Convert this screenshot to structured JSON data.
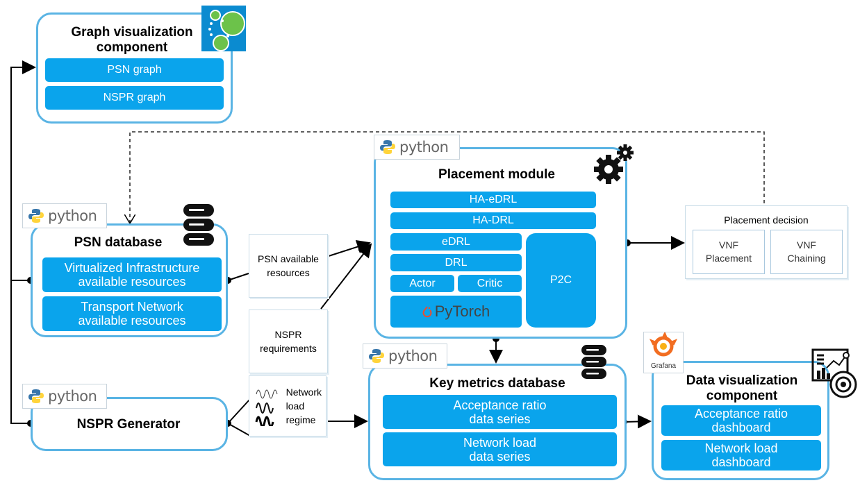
{
  "graph_viz": {
    "title": "Graph visualization\ncomponent",
    "bars": [
      "PSN graph",
      "NSPR graph"
    ]
  },
  "psn_db": {
    "badge": "python",
    "title": "PSN database",
    "bars": [
      "Virtualized Infrastructure\navailable resources",
      "Transport Network\navailable resources"
    ]
  },
  "nspr_gen": {
    "badge": "python",
    "title": "NSPR Generator"
  },
  "placement": {
    "badge": "python",
    "title": "Placement module",
    "bars": [
      "HA-eDRL",
      "HA-DRL",
      "eDRL",
      "DRL",
      "Actor",
      "Critic",
      "P2C"
    ],
    "pytorch": "PyTorch"
  },
  "key_metrics": {
    "badge": "python",
    "title": "Key metrics database",
    "bars": [
      "Acceptance ratio\ndata series",
      "Network load\ndata series"
    ]
  },
  "data_viz": {
    "title": "Data visualization\ncomponent",
    "grafana": "Grafana",
    "bars": [
      "Acceptance ratio\ndashboard",
      "Network load\ndashboard"
    ]
  },
  "notes": {
    "psn_available": "PSN available\nresources",
    "nspr_requirements": "NSPR\nrequirements",
    "network_load_regime": "Network\nload\nregime"
  },
  "decision": {
    "title": "Placement decision",
    "items": [
      "VNF\nPlacement",
      "VNF\nChaining"
    ]
  },
  "colors": {
    "accent": "#0aa4ec",
    "border": "#5ab4e4"
  }
}
